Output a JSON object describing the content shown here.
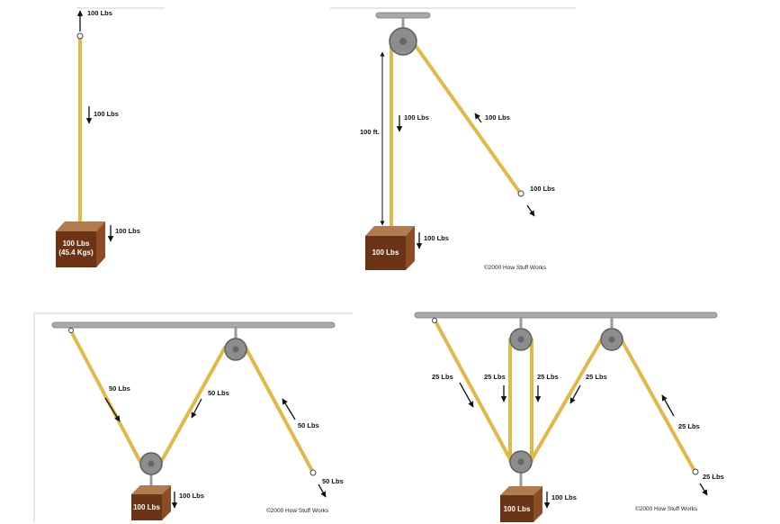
{
  "colors": {
    "rope": "#e2b84a",
    "rope_dark": "#b88a22",
    "box_front": "#6b3416",
    "box_top": "#b07b4e",
    "box_side": "#8a4d25",
    "pulley": "#8d8d8d",
    "bar": "#a9a9a9"
  },
  "panel1": {
    "top_force": "100 Lbs",
    "rope_force": "100 Lbs",
    "box_force": "100 Lbs",
    "box_line1": "100 Lbs",
    "box_line2": "(45.4 Kgs)"
  },
  "panel2": {
    "height_label": "100 ft.",
    "left_force": "100 Lbs",
    "right_force": "100 Lbs",
    "end_force": "100 Lbs",
    "box_force": "100 Lbs",
    "box_label": "100 Lbs",
    "copyright": "©2000 How Stuff Works"
  },
  "panel3": {
    "left_force": "50 Lbs",
    "mid_force": "50 Lbs",
    "right_force": "50 Lbs",
    "end_force": "50 Lbs",
    "box_force": "100 Lbs",
    "box_label": "100 Lbs",
    "copyright": "©2000 How Stuff Works"
  },
  "panel4": {
    "f1": "25 Lbs",
    "f2": "25 Lbs",
    "f3": "25 Lbs",
    "f4": "25 Lbs",
    "f5": "25 Lbs",
    "end_force": "25 Lbs",
    "box_force": "100 Lbs",
    "box_label": "100 Lbs",
    "copyright": "©2000 How Stuff Works"
  }
}
